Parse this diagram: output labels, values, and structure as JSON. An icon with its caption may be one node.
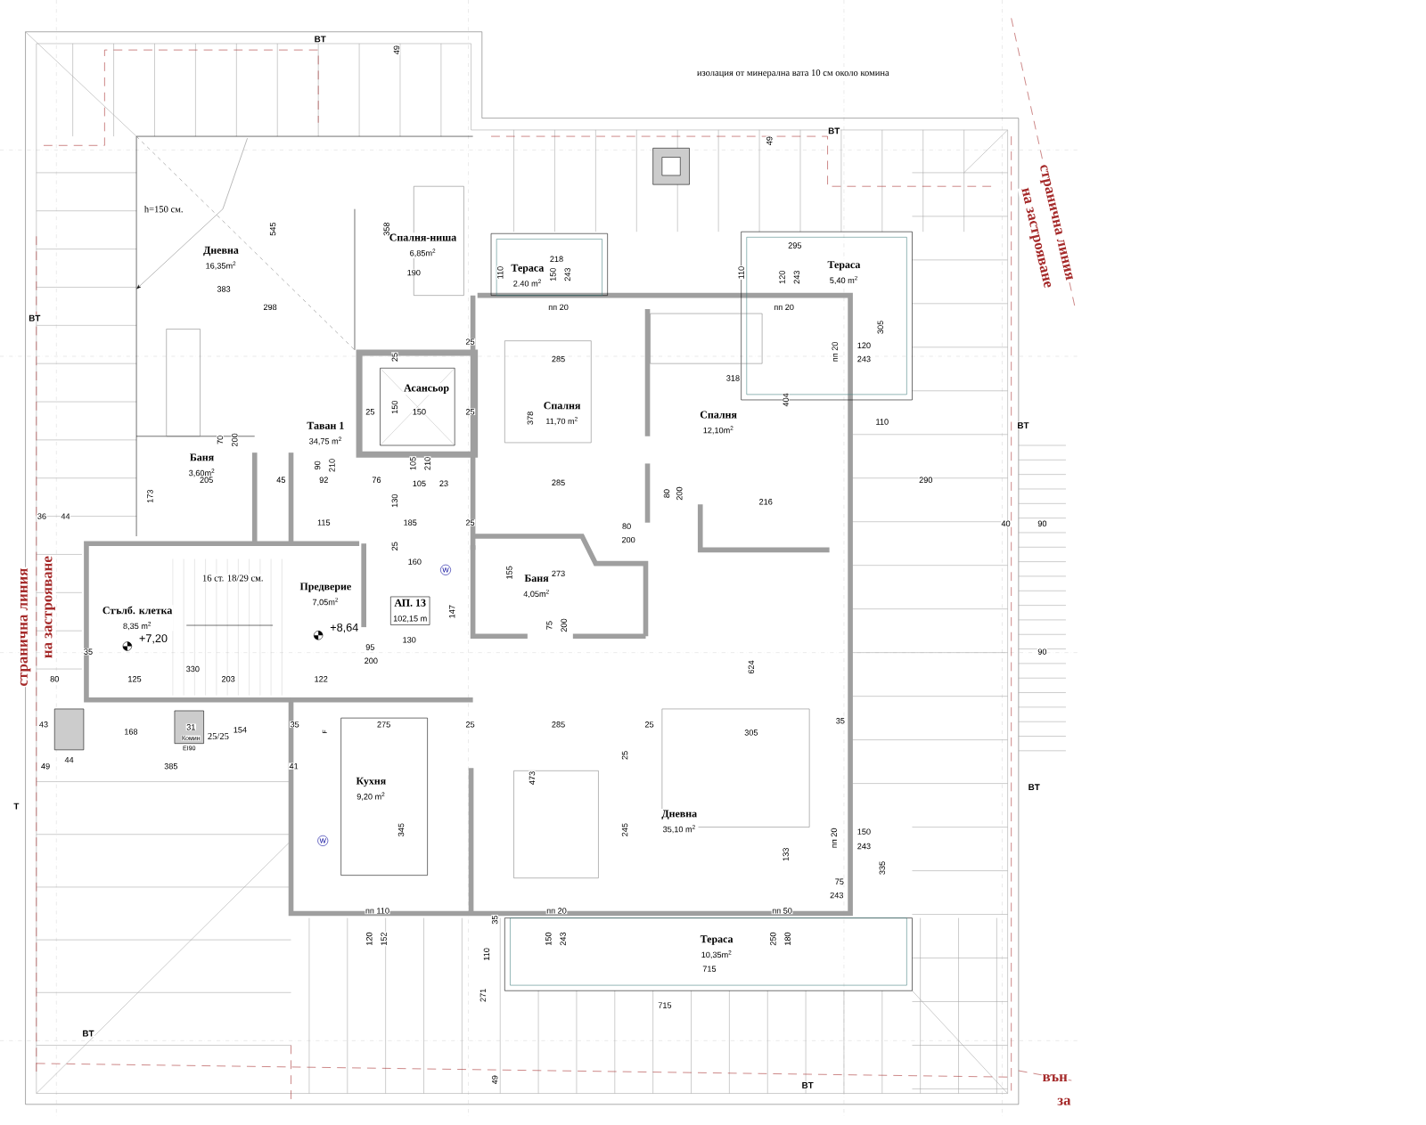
{
  "diagram": {
    "nodes": [
      {
        "text": [
          "Дневна",
          "16,35m$^{2}$"
        ]
      },
      {
        "text": [
          "Спалня-ниша",
          "6,85m$^{2}$"
        ]
      },
      {
        "text": [
          "Асансьор"
        ]
      },
      {
        "text": [
          "Таван 1",
          "34,75 m$^{2}$"
        ]
      },
      {
        "text": [
          "Баня",
          "3,60m$^{2}$"
        ]
      },
      {
        "text": [
          "Тераса",
          "2.40 m$^{2}$"
        ]
      },
      {
        "text": [
          "Тераса",
          "5,40 m$^{2}$"
        ]
      },
      {
        "text": [
          "Спалня",
          "11,70 m$^{2}$"
        ]
      },
      {
        "text": [
          "Спалня",
          "12,10m$^{2}$"
        ]
      },
      {
        "text": [
          "Стълб. клетка",
          "8,35 m$^{2}$"
        ]
      },
      {
        "text": [
          "Предверие",
          "7,05m$^{2}$"
        ]
      },
      {
        "text": [
          "АП. 13",
          "102,15 m"
        ]
      },
      {
        "text": [
          "Баня",
          "4,05m$^{2}$"
        ]
      },
      {
        "text": [
          "Кухня",
          "9,20 m$^{2}$"
        ]
      },
      {
        "text": [
          "Дневна",
          "35,10 m$^{2}$"
        ]
      },
      {
        "text": [
          "Тераса",
          "10,35m$^{2}$"
        ]
      }
    ],
    "labels": [
      "изолация от минерална вата 10 см около комина",
      "BT",
      "49",
      "BT",
      "49",
      "странична линия",
      "на застрояване",
      "h=150 см.",
      "545",
      "358",
      "218",
      "110",
      "150",
      "243",
      "295",
      "110",
      "120",
      "243",
      "190",
      "383",
      "298",
      "пп 20",
      "пп 20",
      "BT",
      "305",
      "25",
      "пп 20",
      "120",
      "25",
      "285",
      "243",
      "318",
      "404",
      "25",
      "150",
      "150",
      "25",
      "378",
      "110",
      "BT",
      "70",
      "200",
      "90",
      "210",
      "105",
      "210",
      "205",
      "45",
      "92",
      "76",
      "105",
      "23",
      "285",
      "290",
      "173",
      "130",
      "80",
      "200",
      "216",
      "36",
      "44",
      "115",
      "185",
      "25",
      "40",
      "90",
      "80",
      "200",
      "25",
      "160",
      "W",
      "155",
      "273",
      "16 ст. 18/29 см.",
      "147",
      "75",
      "200",
      "+8,64",
      "+7,20",
      "130",
      "95",
      "35",
      "90",
      "200",
      "624",
      "330",
      "80",
      "125",
      "203",
      "122",
      "43",
      "168",
      "31",
      "Комин",
      "25/25",
      "154",
      "35",
      "F",
      "275",
      "25",
      "285",
      "25",
      "305",
      "35",
      "EI90",
      "25",
      "44",
      "49",
      "385",
      "41",
      "473",
      "BT",
      "T",
      "345",
      "245",
      "150",
      "пп 20",
      "W",
      "243",
      "133",
      "335",
      "75",
      "243",
      "пп 110",
      "пп 20",
      "пп 50",
      "35",
      "120",
      "152",
      "150",
      "243",
      "250",
      "180",
      "110",
      "715",
      "271",
      "715",
      "BT",
      "49",
      "BT",
      "вън",
      "за",
      "странична линия",
      "на застрояване"
    ]
  }
}
